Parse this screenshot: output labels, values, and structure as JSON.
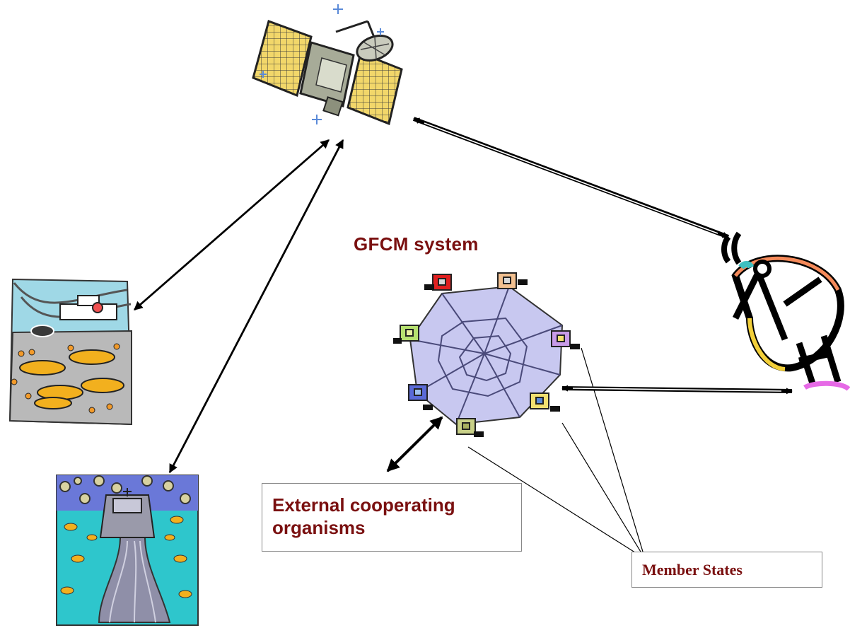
{
  "nodes": {
    "gfcm_system": {
      "label": "GFCM system"
    },
    "external": {
      "label": "External cooperating organisms"
    },
    "member_states": {
      "label": "Member States"
    },
    "satellite": {
      "icon": "satellite-icon"
    },
    "dish": {
      "icon": "satellite-dish-icon"
    },
    "fish_net": {
      "icon": "fishing-net-icon"
    },
    "ship": {
      "icon": "fishing-ship-icon"
    },
    "network": {
      "icon": "computer-network-icon"
    }
  },
  "edges": [
    {
      "from": "satellite",
      "to": "dish",
      "style": "double-line",
      "direction": "both"
    },
    {
      "from": "satellite",
      "to": "fish_net",
      "style": "single-line",
      "direction": "both"
    },
    {
      "from": "satellite",
      "to": "ship",
      "style": "single-line",
      "direction": "both"
    },
    {
      "from": "network",
      "to": "dish",
      "style": "double-line",
      "direction": "both"
    },
    {
      "from": "network",
      "to": "external",
      "style": "single-line",
      "direction": "both"
    }
  ],
  "colors": {
    "label": "#7a1010",
    "arrow": "#000000",
    "network_hub": "#c8c8f0"
  }
}
